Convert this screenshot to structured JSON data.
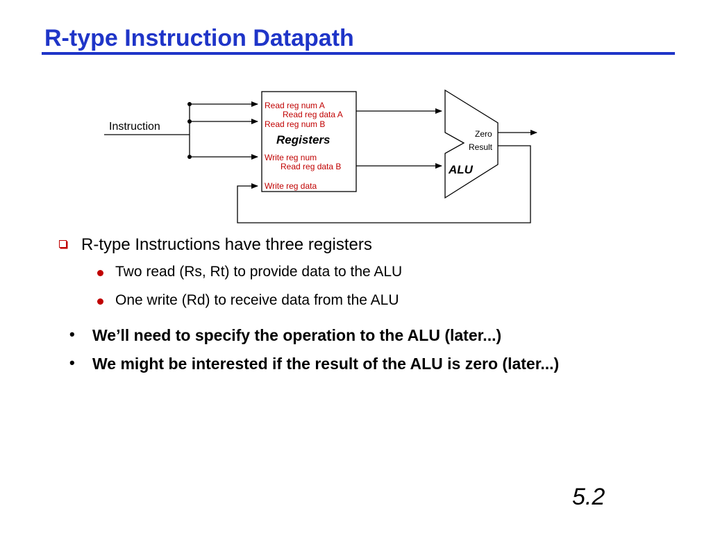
{
  "slide": {
    "title": "R-type Instruction Datapath",
    "page_number": "5.2"
  },
  "diagram": {
    "instruction_label": "Instruction",
    "registers": {
      "title": "Registers",
      "port_read_num_a": "Read reg num A",
      "port_read_data_a": "Read reg data A",
      "port_read_num_b": "Read reg num B",
      "port_write_num": "Write reg num",
      "port_read_data_b": "Read reg data B",
      "port_write_data": "Write reg data"
    },
    "alu": {
      "title": "ALU",
      "output_zero": "Zero",
      "output_result": "Result"
    },
    "colors": {
      "title": "#1f35c8",
      "port_labels": "#c00000"
    }
  },
  "bullets": {
    "main": "R-type Instructions have three registers",
    "sub": [
      "Two read (Rs, Rt) to provide data to the ALU",
      "One write (Rd) to receive data from the ALU"
    ],
    "notes": [
      "We’ll need to specify the operation to the ALU (later...)",
      "We might be interested if the result of the ALU is zero (later...)"
    ]
  }
}
